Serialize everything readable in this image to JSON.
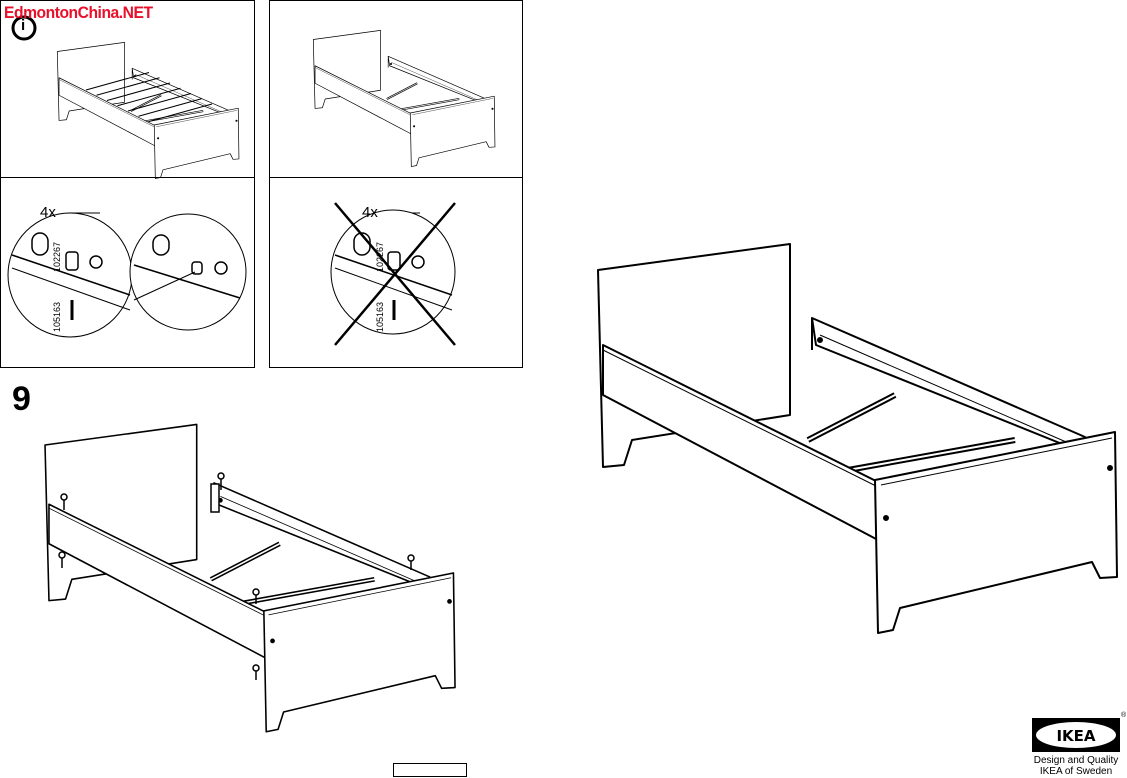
{
  "watermark": "EdmontonChina.NET",
  "step_info": {
    "info_marker": "i",
    "step_number": "9"
  },
  "detail_left": {
    "quantity": "4x",
    "part_numbers": [
      "102267",
      "105163"
    ]
  },
  "detail_right": {
    "quantity": "4x",
    "part_numbers": [
      "102267",
      "105163"
    ],
    "crossed_out": true
  },
  "brand": {
    "logo": "IKEA",
    "tagline_line1": "Design and Quality",
    "tagline_line2": "IKEA of Sweden",
    "registered": "®"
  },
  "colors": {
    "ink": "#000000",
    "watermark": "#e8102a"
  }
}
